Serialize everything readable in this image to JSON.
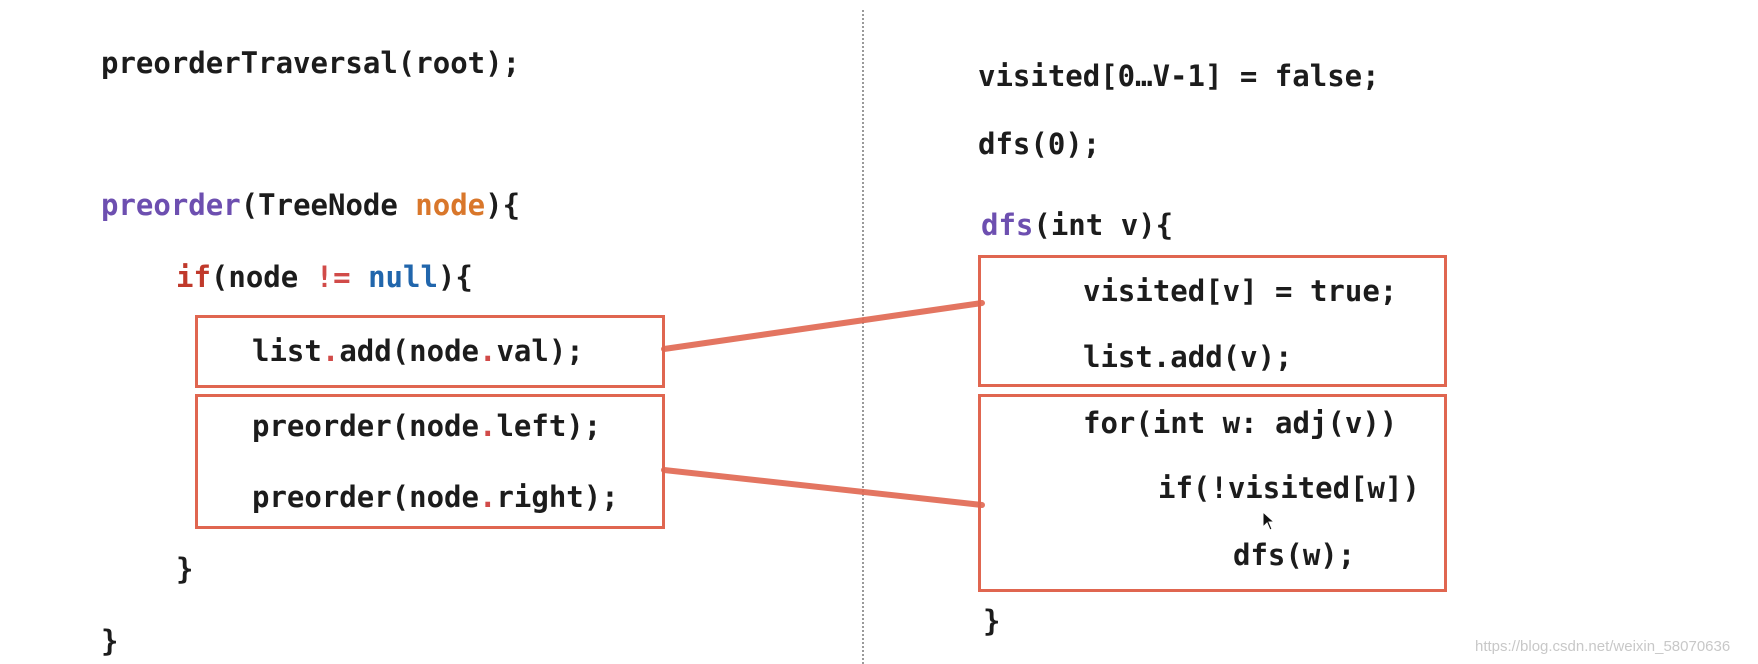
{
  "left": {
    "call_line": "preorderTraversal(root);",
    "func_name": "preorder",
    "func_paren_open": "(",
    "param_type": "TreeNode ",
    "param_name": "node",
    "func_tail": "){",
    "if_keyword": "if",
    "if_open": "(node ",
    "if_op": "!=",
    "if_space": " ",
    "if_null": "null",
    "if_tail": "){",
    "add_a": "list",
    "add_dot1": ".",
    "add_b": "add(node",
    "add_dot2": ".",
    "add_c": "val);",
    "left_a": "preorder(node",
    "left_dot": ".",
    "left_b": "left);",
    "right_a": "preorder(node",
    "right_dot": ".",
    "right_b": "right);",
    "close_if": "}",
    "close_func": "}"
  },
  "right": {
    "visited_init": "visited[0…V-1] = false;",
    "dfs_call": "dfs(0);",
    "func_name": "dfs",
    "func_tail": "(int v){",
    "visit_line": "visited[v] = true;",
    "add_line": "list.add(v);",
    "for_line": "for(int w: adj(v))",
    "if_line": "if(!visited[w])",
    "recurse_line": "dfs(w);",
    "close_func": "}"
  },
  "watermark": "https://blog.csdn.net/weixin_58070636",
  "colors": {
    "box_border": "#e06650",
    "connector": "#e06650",
    "function_name": "#6d4fb0",
    "param": "#d9772b",
    "keyword_if": "#c0392b",
    "null": "#2166ac"
  }
}
